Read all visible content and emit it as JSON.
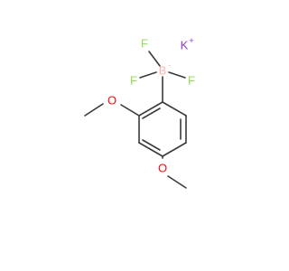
{
  "molecule": {
    "atoms": {
      "potassium": "K",
      "potassium_charge": "+",
      "boron": "B",
      "boron_charge": "-",
      "fluorine_1": "F",
      "fluorine_2": "F",
      "fluorine_3": "F",
      "oxygen_1": "O",
      "oxygen_2": "O"
    },
    "colors": {
      "bond": "#3a3a3a",
      "potassium": "#8f40d4",
      "boron": "#ffb5b5",
      "fluorine": "#90e050",
      "oxygen": "#ff0d0d"
    }
  }
}
